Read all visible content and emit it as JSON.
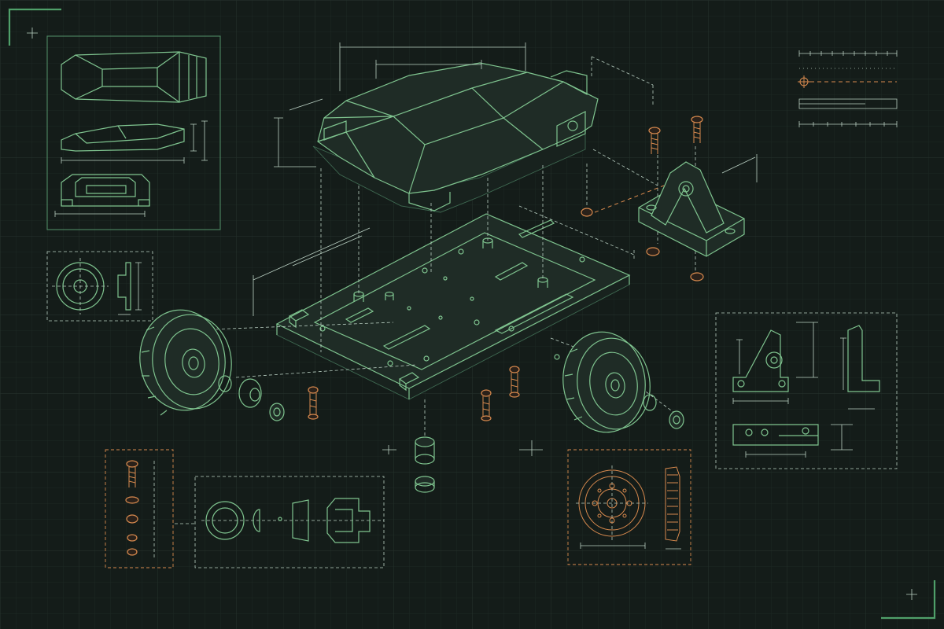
{
  "colors": {
    "background": "#141c19",
    "grid": "#1d2824",
    "line_green": "#7fc48f",
    "dimension_white": "#b9cfc2",
    "hardware_orange": "#d98a4e",
    "corner_accent": "#4fa06a"
  },
  "diagram": {
    "type": "exploded isometric assembly blueprint",
    "components": [
      "top-shell",
      "chassis-plate",
      "left-wheel",
      "right-wheel",
      "motor-bracket",
      "fasteners"
    ],
    "detail_views": [
      "shell-orthographic-views",
      "wheel-front-side-views",
      "bracket-orthographic-views",
      "fastener-stack-detail",
      "bearing-section-detail",
      "wheel-hub-detail",
      "line-type-legend"
    ]
  }
}
